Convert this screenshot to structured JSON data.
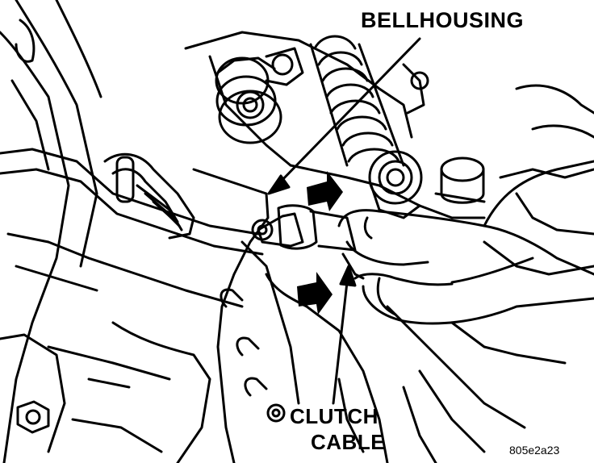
{
  "labels": {
    "bellhousing": "BELLHOUSING",
    "clutch_cable_line1": "CLUTCH",
    "clutch_cable_line2": "CABLE",
    "figure_code": "805e2a23"
  },
  "style": {
    "ink": "#000000",
    "paper": "#ffffff"
  }
}
